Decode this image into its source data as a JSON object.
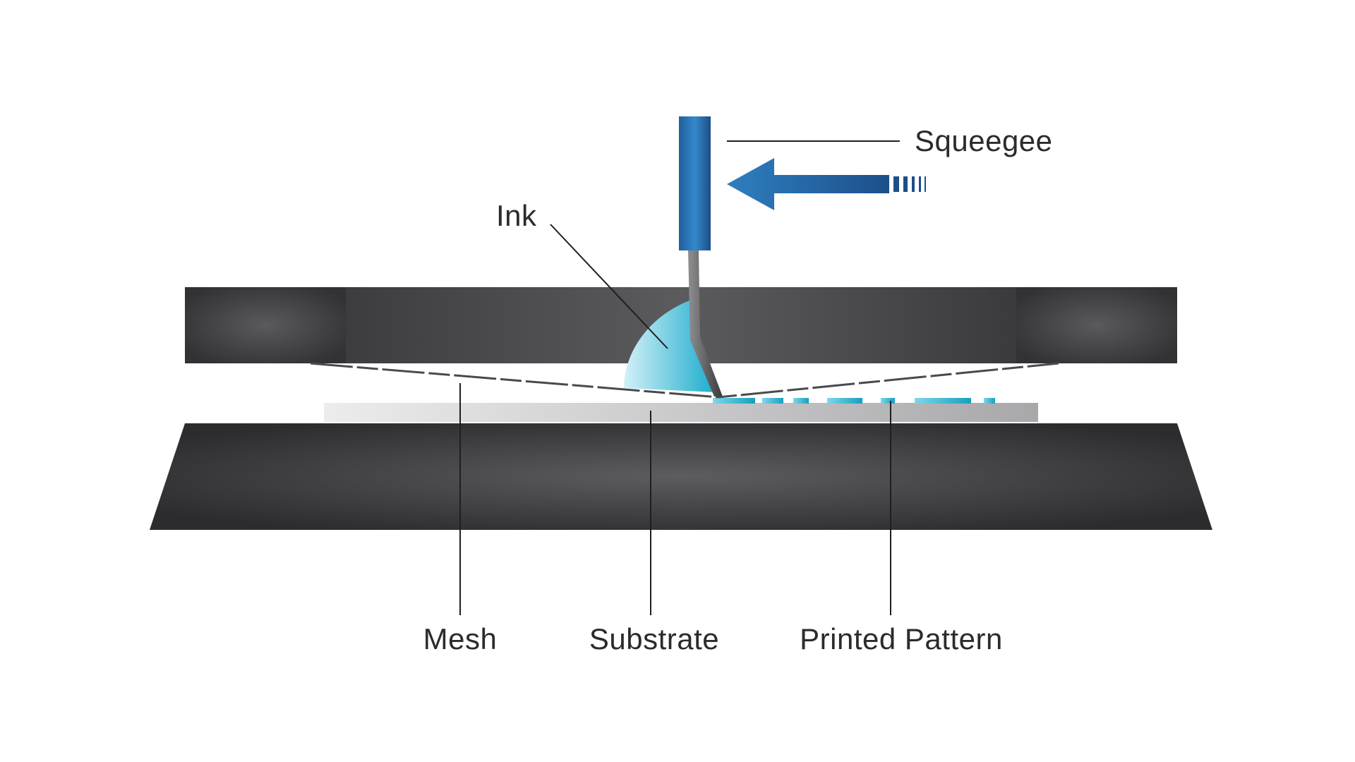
{
  "labels": {
    "squeegee": "Squeegee",
    "ink": "Ink",
    "mesh": "Mesh",
    "substrate": "Substrate",
    "printed_pattern": "Printed Pattern"
  },
  "colors": {
    "background": "#ffffff",
    "frame_dark": "#2f2f31",
    "frame_light": "#5a5a5d",
    "squeegee_blue": "#2f7fc0",
    "squeegee_dark": "#1c4f8a",
    "ink_cyan": "#1fb3d2",
    "ink_light": "#c9eef6",
    "substrate_light": "#e6e6e7",
    "substrate_dark": "#a9a9ab",
    "leader_line": "#1f1f1f",
    "text": "#2b2b2b"
  },
  "icons": {
    "motion_arrow": "left-arrow-icon"
  }
}
